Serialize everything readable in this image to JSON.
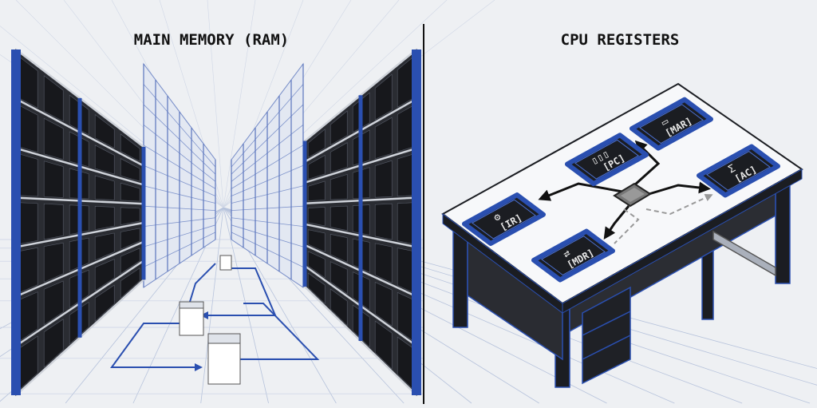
{
  "left_panel": {
    "title": "MAIN MEMORY (RAM)"
  },
  "right_panel": {
    "title": "CPU REGISTERS",
    "registers": [
      {
        "label": "[PC]",
        "icon": "counter-icon"
      },
      {
        "label": "[MAR]",
        "icon": "chip-outline-icon"
      },
      {
        "label": "[AC]",
        "icon": "sigma-icon"
      },
      {
        "label": "[IR]",
        "icon": "gears-icon"
      },
      {
        "label": "[MDR]",
        "icon": "swap-arrows-icon"
      }
    ]
  },
  "colors": {
    "accent": "#2a4fb0",
    "dark": "#1b1d22",
    "background": "#eef0f3"
  }
}
